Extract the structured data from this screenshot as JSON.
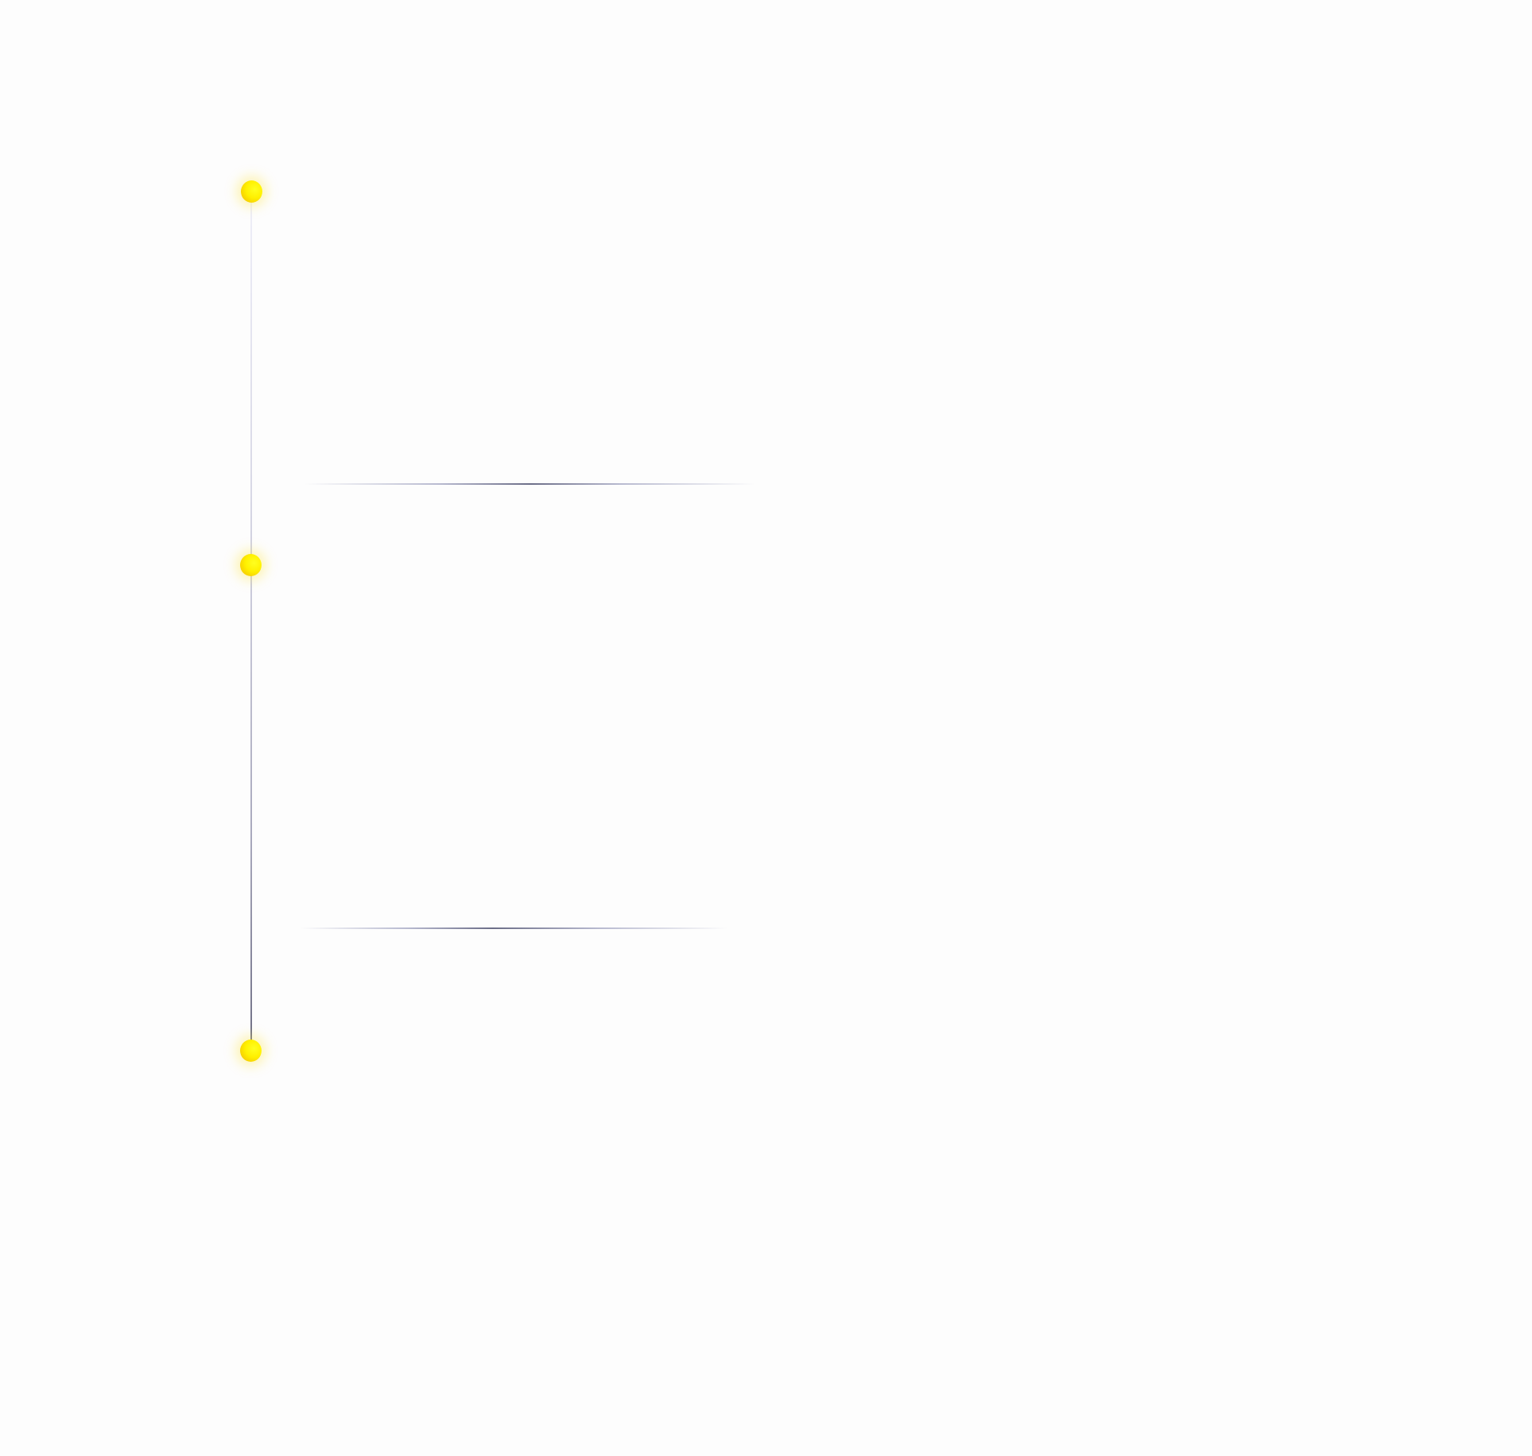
{
  "timeline": {
    "marker_color": "#ffee00",
    "line_color": "#6e6e84",
    "markers": [
      {
        "name": "marker-1"
      },
      {
        "name": "marker-2"
      },
      {
        "name": "marker-3"
      }
    ]
  }
}
